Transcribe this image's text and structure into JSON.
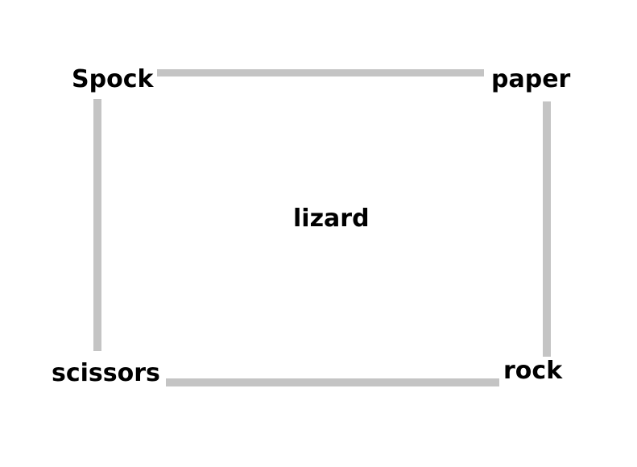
{
  "diagram": {
    "edge_color": "#c4c4c4",
    "text_color": "#000000",
    "nodes": {
      "spock": {
        "label": "Spock"
      },
      "paper": {
        "label": "paper"
      },
      "lizard": {
        "label": "lizard"
      },
      "scissors": {
        "label": "scissors"
      },
      "rock": {
        "label": "rock"
      }
    },
    "edges": [
      {
        "from": "Spock",
        "to": "paper"
      },
      {
        "from": "paper",
        "to": "rock"
      },
      {
        "from": "rock",
        "to": "scissors"
      },
      {
        "from": "scissors",
        "to": "Spock"
      }
    ]
  }
}
